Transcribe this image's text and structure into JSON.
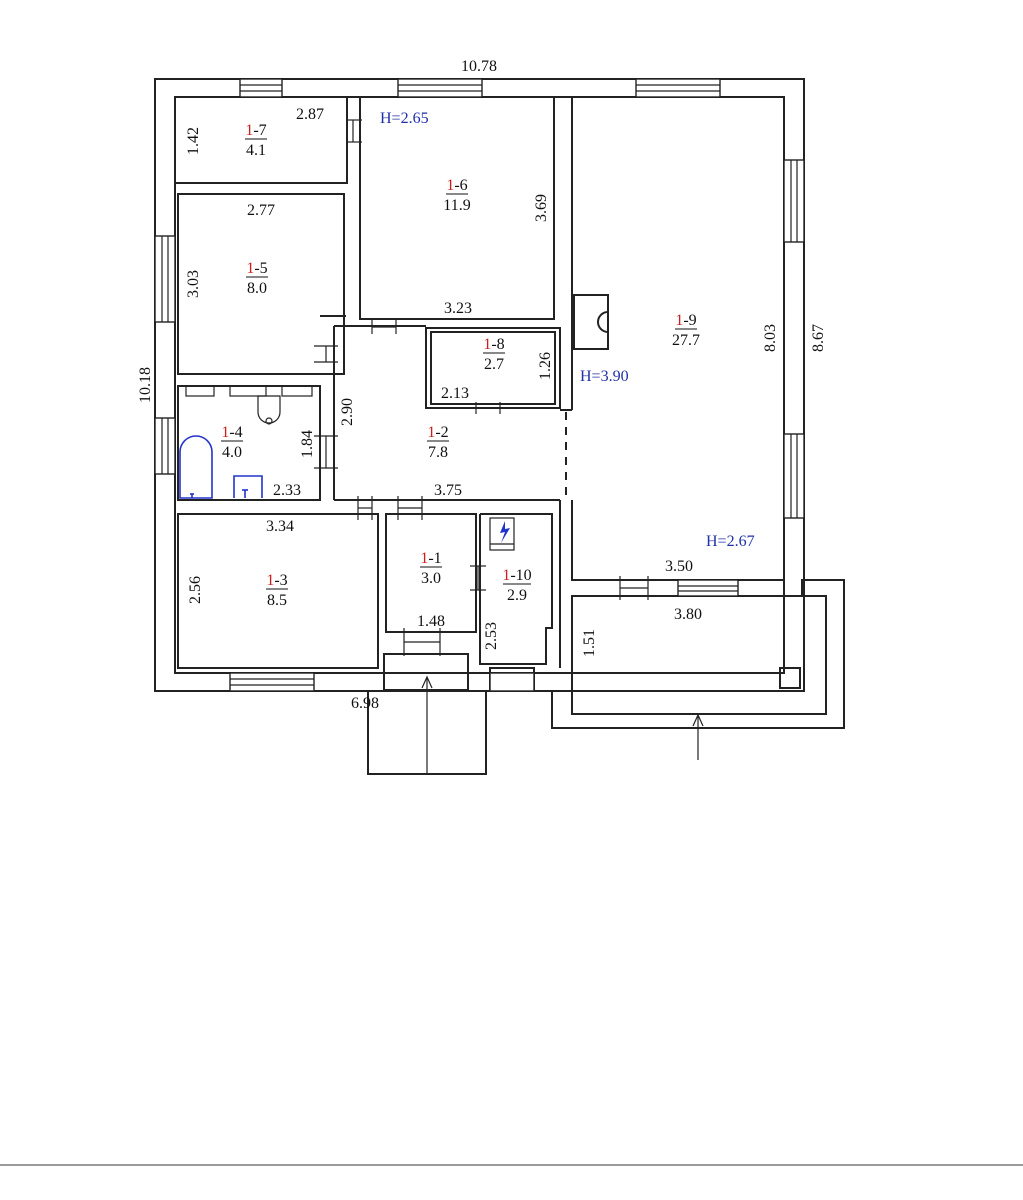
{
  "plan": {
    "overall": {
      "width": "10.78",
      "depth": "10.18",
      "bottom": "6.98"
    },
    "heights": {
      "h1": "H=2.65",
      "h2": "H=3.90",
      "h3": "H=2.67"
    },
    "rooms": [
      {
        "id": "1-1",
        "prefix": "1",
        "suffix": "-1",
        "area": "3.0"
      },
      {
        "id": "1-2",
        "prefix": "1",
        "suffix": "-2",
        "area": "7.8"
      },
      {
        "id": "1-3",
        "prefix": "1",
        "suffix": "-3",
        "area": "8.5"
      },
      {
        "id": "1-4",
        "prefix": "1",
        "suffix": "-4",
        "area": "4.0"
      },
      {
        "id": "1-5",
        "prefix": "1",
        "suffix": "-5",
        "area": "8.0"
      },
      {
        "id": "1-6",
        "prefix": "1",
        "suffix": "-6",
        "area": "11.9"
      },
      {
        "id": "1-7",
        "prefix": "1",
        "suffix": "-7",
        "area": "4.1"
      },
      {
        "id": "1-8",
        "prefix": "1",
        "suffix": "-8",
        "area": "2.7"
      },
      {
        "id": "1-9",
        "prefix": "1",
        "suffix": "-9",
        "area": "27.7"
      },
      {
        "id": "1-10",
        "prefix": "1",
        "suffix": "-10",
        "area": "2.9"
      }
    ],
    "dims": {
      "r7_w": "2.87",
      "r7_h": "1.42",
      "r6_h": "3.69",
      "r6_w": "3.23",
      "r5_w": "2.77",
      "r5_h": "3.03",
      "r8_h": "1.26",
      "r8_w": "2.13",
      "r9_in": "8.03",
      "r9_out": "8.67",
      "r2_h": "2.90",
      "r2_w": "3.75",
      "r4_h": "1.84",
      "r4_w": "2.33",
      "r3_w": "3.34",
      "r3_h": "2.56",
      "r1_w": "1.48",
      "r10_h": "2.53",
      "r9_bottom": "3.50",
      "ter_w": "3.80",
      "ter_h": "1.51"
    }
  }
}
